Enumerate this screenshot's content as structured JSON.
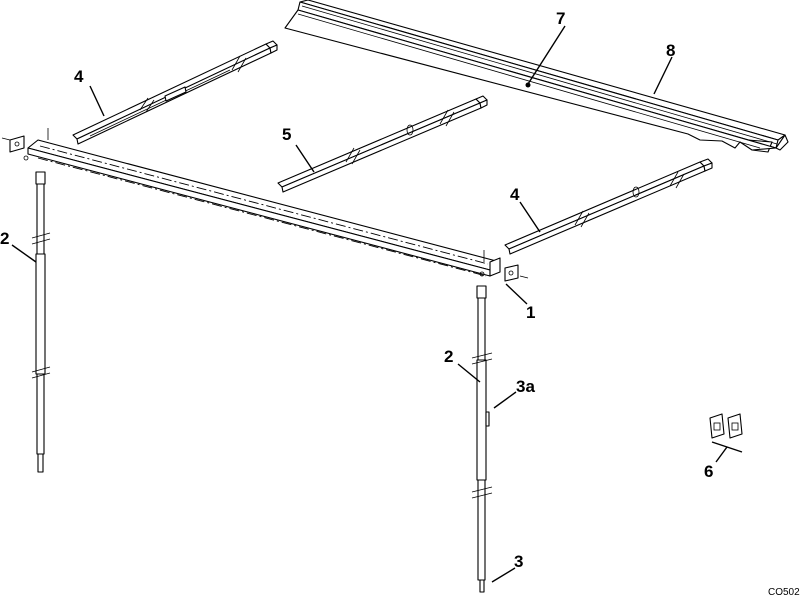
{
  "diagram": {
    "callouts": {
      "c1": "1",
      "c2_left": "2",
      "c2_right": "2",
      "c3": "3",
      "c3a": "3a",
      "c4_top": "4",
      "c4_right": "4",
      "c5": "5",
      "c6": "6",
      "c7": "7",
      "c8": "8"
    },
    "drawing_code": "CO502"
  }
}
